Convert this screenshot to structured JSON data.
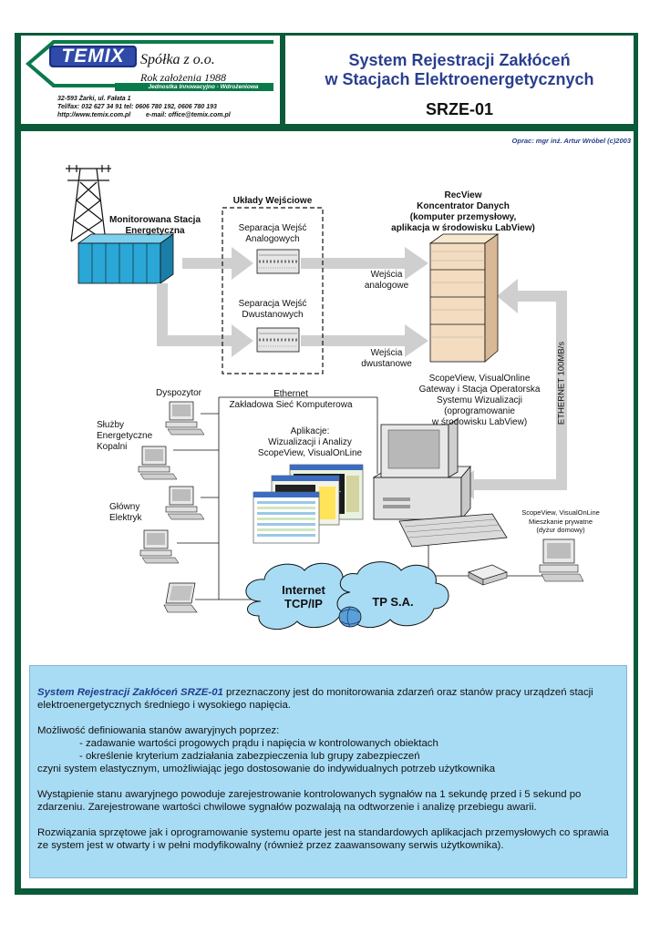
{
  "header": {
    "logo_text": "TEMIX",
    "company": "Spółka z o.o.",
    "founded": "Rok założenia 1988",
    "badge": "Jednostka Innowacyjno - Wdrożeniowa",
    "address": "32-593 Żarki,  ul. Fałata 1",
    "phone": "Tel/fax: 032 627 34 91  tel: 0606 780 192, 0606 780 193",
    "web": "http://www.temix.com.pl",
    "email": "e-mail: office@temix.com.pl",
    "title_line1": "System Rejestracji Zakłóceń",
    "title_line2": "w Stacjach Elektroenergetycznych",
    "code": "SRZE-01"
  },
  "author": "Oprac: mgr inż. Artur Wróbel  (c)2003",
  "diagram": {
    "station_label_1": "Monitorowana Stacja",
    "station_label_2": "Energetyczna",
    "inputs_title": "Układy Wejściowe",
    "analog_sep_1": "Separacja Wejść",
    "analog_sep_2": "Analogowych",
    "binary_sep_1": "Separacja Wejść",
    "binary_sep_2": "Dwustanowych",
    "recview_1": "RecView",
    "recview_2": "Koncentrator Danych",
    "recview_3": "(komputer przemysłowy,",
    "recview_4": "aplikacja w środowisku LabView)",
    "analog_in_1": "Wejścia",
    "analog_in_2": "analogowe",
    "binary_in_1": "Wejścia",
    "binary_in_2": "dwustanowe",
    "ethernet_speed": "ETHERNET 100MB/s",
    "scope_1": "ScopeView, VisualOnline",
    "scope_2": "Gateway i Stacja Operatorska",
    "scope_3": "Systemu Wizualizacji",
    "scope_4": "(oprogramowanie",
    "scope_5": "w środowisku LabView)",
    "ethernet_1": "Ethernet",
    "ethernet_2": "Zakładowa Sieć Komputerowa",
    "apps_1": "Aplikacje:",
    "apps_2": "Wizualizacji i Analizy",
    "apps_3": "ScopeView, VisualOnLine",
    "dispatcher": "Dyspozytor",
    "energy_1": "Służby",
    "energy_2": "Energetyczne",
    "energy_3": "Kopalni",
    "chief_1": "Główny",
    "chief_2": "Elektryk",
    "home_1": "ScopeView, VisualOnLine",
    "home_2": "Mieszkanie prywatne",
    "home_3": "(dyżur domowy)",
    "internet_1": "Internet",
    "internet_2": "TCP/IP",
    "tpsa": "TP S.A."
  },
  "info": {
    "p1_title": "System Rejestracji Zakłóceń SRZE-01",
    "p1_rest": " przeznaczony jest do monitorowania zdarzeń oraz stanów pracy urządzeń stacji elektroenergetycznych średniego i wysokiego napięcia.",
    "p2_intro": "Możliwość definiowania stanów awaryjnych poprzez:",
    "p2_item1": "- zadawanie wartości progowych prądu i napięcia w kontrolowanych obiektach",
    "p2_item2": "- określenie kryterium zadziałania zabezpieczenia lub grupy zabezpieczeń",
    "p2_outro": "czyni system elastycznym, umożliwiając jego dostosowanie do indywidualnych potrzeb użytkownika",
    "p3": "Wystąpienie stanu awaryjnego powoduje zarejestrowanie kontrolowanych sygnałów na 1 sekundę przed i 5 sekund po zdarzeniu. Zarejestrowane wartości chwilowe sygnałów pozwalają na odtworzenie i analizę przebiegu awarii.",
    "p4": "Rozwiązania sprzętowe jak i oprogramowanie systemu oparte jest na standardowych aplikacjach przemysłowych co sprawia ze system jest w otwarty i w pełni modyfikowalny (również przez zaawansowany serwis użytkownika)."
  },
  "colors": {
    "frame": "#0b5a3a",
    "title": "#2a3f8f",
    "info_bg": "#a8dcf4",
    "arrow": "#cfcfcf",
    "rack": "#2aa7d6",
    "cloud": "#a8dcf4"
  }
}
